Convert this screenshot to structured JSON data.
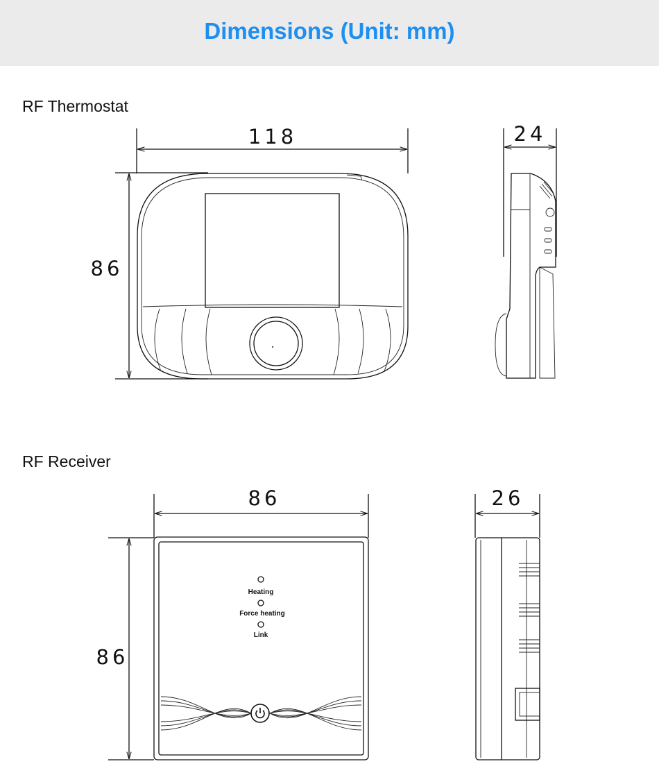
{
  "header": {
    "title": "Dimensions (Unit: mm)",
    "title_color": "#1e8ff0",
    "background": "#ebebeb"
  },
  "thermostat": {
    "label": "RF Thermostat",
    "width": "118",
    "height": "86",
    "depth": "24"
  },
  "receiver": {
    "label": "RF Receiver",
    "width": "86",
    "height": "86",
    "depth": "26",
    "leds": [
      "Heating",
      "Force heating",
      "Link"
    ],
    "power_icon": "power-icon"
  }
}
